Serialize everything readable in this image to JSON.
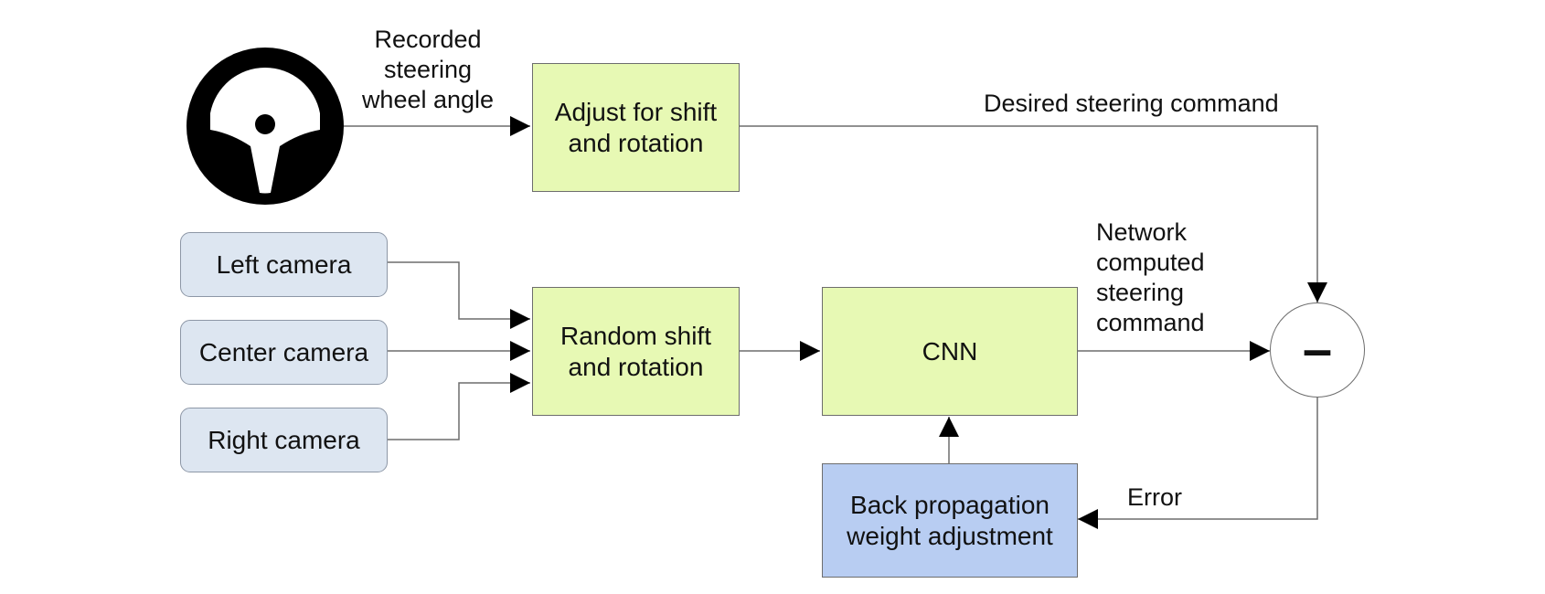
{
  "nodes": {
    "adjust": "Adjust for shift\nand rotation",
    "random": "Random shift\nand rotation",
    "cnn": "CNN",
    "backprop": "Back propagation\nweight adjustment",
    "left_camera": "Left camera",
    "center_camera": "Center camera",
    "right_camera": "Right camera",
    "subtract": "–"
  },
  "labels": {
    "recorded_angle": "Recorded\nsteering\nwheel angle",
    "desired_command": "Desired steering command",
    "network_command": "Network\ncomputed\nsteering\ncommand",
    "error": "Error"
  },
  "icons": {
    "steering_wheel": "steering-wheel-icon"
  },
  "colors": {
    "process_box": "#e7f9b4",
    "backprop_box": "#b8cdf2",
    "camera_box": "#dde6f1",
    "wheel": "#000000",
    "line": "#6d6d6d"
  }
}
